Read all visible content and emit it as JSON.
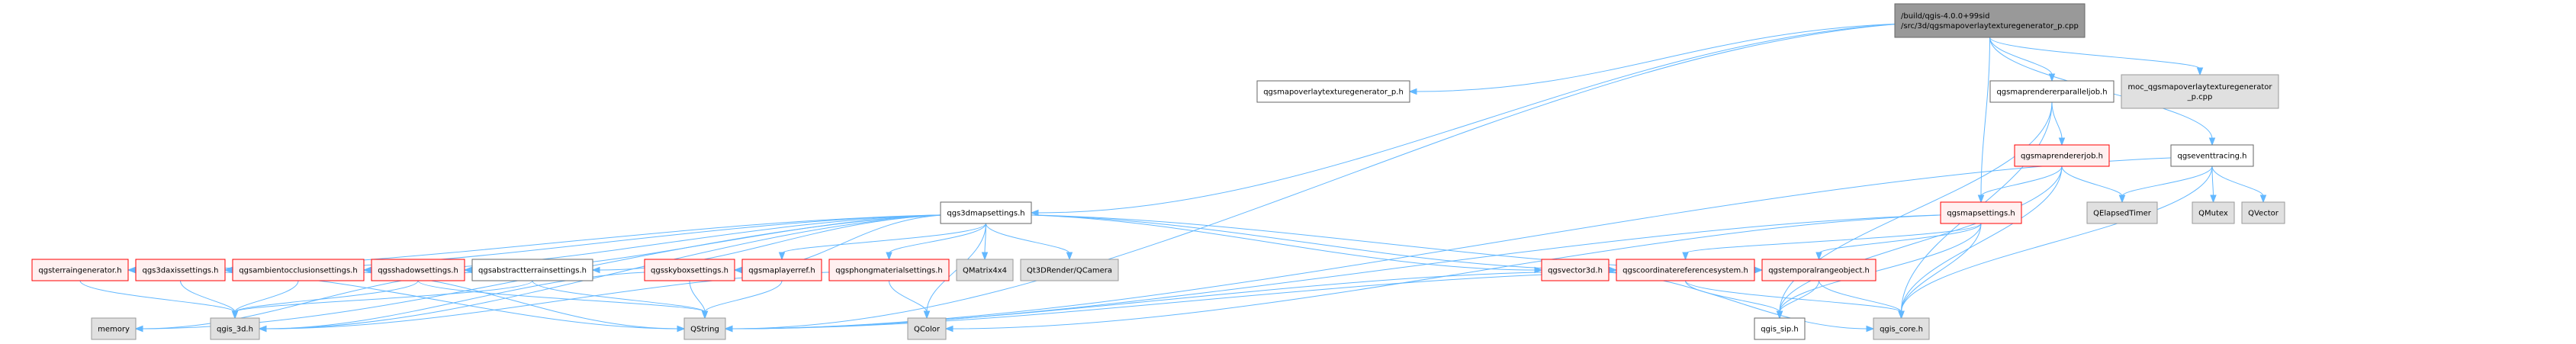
{
  "graph": {
    "title": "Include dependency graph",
    "colors": {
      "root_fill": "#999999",
      "root_stroke": "#666666",
      "normal_fill": "#ffffff",
      "normal_stroke": "#666666",
      "red_fill": "#fff0f0",
      "red_stroke": "#ff0000",
      "external_fill": "#e0e0e0",
      "external_stroke": "#999999",
      "edge": "#63b8ff"
    },
    "nodes": [
      {
        "id": "root",
        "lines": [
          "/build/qgis-4.0.0+99sid",
          "/src/3d/qgsmapoverlaytexturegenerator_p.cpp"
        ],
        "kind": "root"
      },
      {
        "id": "overlay_h",
        "lines": [
          "qgsmapoverlaytexturegenerator_p.h"
        ],
        "kind": "normal"
      },
      {
        "id": "paralleljob",
        "lines": [
          "qgsmaprendererparalleljob.h"
        ],
        "kind": "normal"
      },
      {
        "id": "moc",
        "lines": [
          "moc_qgsmapoverlaytexturegenerator",
          "_p.cpp"
        ],
        "kind": "external"
      },
      {
        "id": "rendererjob",
        "lines": [
          "qgsmaprendererjob.h"
        ],
        "kind": "red"
      },
      {
        "id": "eventtracing",
        "lines": [
          "qgseventtracing.h"
        ],
        "kind": "normal"
      },
      {
        "id": "map3dsettings",
        "lines": [
          "qgs3dmapsettings.h"
        ],
        "kind": "normal"
      },
      {
        "id": "mapsettings",
        "lines": [
          "qgsmapsettings.h"
        ],
        "kind": "red"
      },
      {
        "id": "qelapsedtimer",
        "lines": [
          "QElapsedTimer"
        ],
        "kind": "external"
      },
      {
        "id": "qmutex",
        "lines": [
          "QMutex"
        ],
        "kind": "external"
      },
      {
        "id": "qvector",
        "lines": [
          "QVector"
        ],
        "kind": "external"
      },
      {
        "id": "terraingen",
        "lines": [
          "qgsterraingenerator.h"
        ],
        "kind": "red"
      },
      {
        "id": "axissettings",
        "lines": [
          "qgs3daxissettings.h"
        ],
        "kind": "red"
      },
      {
        "id": "ambient",
        "lines": [
          "qgsambientocclusionsettings.h"
        ],
        "kind": "red"
      },
      {
        "id": "shadow",
        "lines": [
          "qgsshadowsettings.h"
        ],
        "kind": "red"
      },
      {
        "id": "abstractterrain",
        "lines": [
          "qgsabstractterrainsettings.h"
        ],
        "kind": "normal"
      },
      {
        "id": "skybox",
        "lines": [
          "qgsskyboxsettings.h"
        ],
        "kind": "red"
      },
      {
        "id": "maplayerref",
        "lines": [
          "qgsmaplayerref.h"
        ],
        "kind": "red"
      },
      {
        "id": "phong",
        "lines": [
          "qgsphongmaterialsettings.h"
        ],
        "kind": "red"
      },
      {
        "id": "qmatrix",
        "lines": [
          "QMatrix4x4"
        ],
        "kind": "external"
      },
      {
        "id": "qcamera",
        "lines": [
          "Qt3DRender/QCamera"
        ],
        "kind": "external"
      },
      {
        "id": "vector3d",
        "lines": [
          "qgsvector3d.h"
        ],
        "kind": "red"
      },
      {
        "id": "crs",
        "lines": [
          "qgscoordinatereferencesystem.h"
        ],
        "kind": "red"
      },
      {
        "id": "temporal",
        "lines": [
          "qgstemporalrangeobject.h"
        ],
        "kind": "red"
      },
      {
        "id": "memory",
        "lines": [
          "memory"
        ],
        "kind": "external"
      },
      {
        "id": "qgis3d",
        "lines": [
          "qgis_3d.h"
        ],
        "kind": "external"
      },
      {
        "id": "qstring",
        "lines": [
          "QString"
        ],
        "kind": "external"
      },
      {
        "id": "qcolor",
        "lines": [
          "QColor"
        ],
        "kind": "external"
      },
      {
        "id": "qgissip",
        "lines": [
          "qgis_sip.h"
        ],
        "kind": "normal"
      },
      {
        "id": "qgiscore",
        "lines": [
          "qgis_core.h"
        ],
        "kind": "external"
      }
    ],
    "edges": [
      [
        "root",
        "overlay_h"
      ],
      [
        "root",
        "paralleljob"
      ],
      [
        "root",
        "moc"
      ],
      [
        "root",
        "eventtracing"
      ],
      [
        "root",
        "map3dsettings"
      ],
      [
        "root",
        "mapsettings"
      ],
      [
        "root",
        "qstring"
      ],
      [
        "paralleljob",
        "rendererjob"
      ],
      [
        "paralleljob",
        "qgissip"
      ],
      [
        "paralleljob",
        "qgiscore"
      ],
      [
        "rendererjob",
        "mapsettings"
      ],
      [
        "rendererjob",
        "qelapsedtimer"
      ],
      [
        "rendererjob",
        "qgissip"
      ],
      [
        "rendererjob",
        "qgiscore"
      ],
      [
        "eventtracing",
        "qelapsedtimer"
      ],
      [
        "eventtracing",
        "qmutex"
      ],
      [
        "eventtracing",
        "qvector"
      ],
      [
        "eventtracing",
        "qgiscore"
      ],
      [
        "eventtracing",
        "qstring"
      ],
      [
        "mapsettings",
        "crs"
      ],
      [
        "mapsettings",
        "temporal"
      ],
      [
        "mapsettings",
        "qgissip"
      ],
      [
        "mapsettings",
        "qgiscore"
      ],
      [
        "mapsettings",
        "qcolor"
      ],
      [
        "mapsettings",
        "qstring"
      ],
      [
        "map3dsettings",
        "terraingen"
      ],
      [
        "map3dsettings",
        "axissettings"
      ],
      [
        "map3dsettings",
        "ambient"
      ],
      [
        "map3dsettings",
        "shadow"
      ],
      [
        "map3dsettings",
        "abstractterrain"
      ],
      [
        "map3dsettings",
        "skybox"
      ],
      [
        "map3dsettings",
        "maplayerref"
      ],
      [
        "map3dsettings",
        "phong"
      ],
      [
        "map3dsettings",
        "qmatrix"
      ],
      [
        "map3dsettings",
        "qcamera"
      ],
      [
        "map3dsettings",
        "vector3d"
      ],
      [
        "map3dsettings",
        "crs"
      ],
      [
        "map3dsettings",
        "temporal"
      ],
      [
        "map3dsettings",
        "memory"
      ],
      [
        "map3dsettings",
        "qgis3d"
      ],
      [
        "map3dsettings",
        "qcolor"
      ],
      [
        "terraingen",
        "qgis3d"
      ],
      [
        "axissettings",
        "qgis3d"
      ],
      [
        "axissettings",
        "qstring"
      ],
      [
        "ambient",
        "qgis3d"
      ],
      [
        "ambient",
        "qstring"
      ],
      [
        "shadow",
        "qgis3d"
      ],
      [
        "shadow",
        "qstring"
      ],
      [
        "abstractterrain",
        "memory"
      ],
      [
        "abstractterrain",
        "qgis3d"
      ],
      [
        "abstractterrain",
        "qstring"
      ],
      [
        "skybox",
        "qgis3d"
      ],
      [
        "skybox",
        "qstring"
      ],
      [
        "maplayerref",
        "qstring"
      ],
      [
        "phong",
        "qgis3d"
      ],
      [
        "phong",
        "qcolor"
      ],
      [
        "vector3d",
        "qstring"
      ],
      [
        "vector3d",
        "qgiscore"
      ],
      [
        "crs",
        "qgissip"
      ],
      [
        "crs",
        "qgiscore"
      ],
      [
        "crs",
        "qstring"
      ],
      [
        "temporal",
        "qgissip"
      ],
      [
        "temporal",
        "qgiscore"
      ]
    ]
  }
}
